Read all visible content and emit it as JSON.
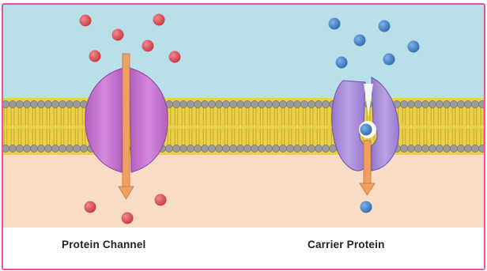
{
  "labels": {
    "channel": "Protein Channel",
    "carrier": "Carrier Protein"
  },
  "colors": {
    "frame_border": "#e84fa8",
    "extracellular": "#b9dfe9",
    "intracellular": "#f8dcc6",
    "phospholipid_head": "#9a9a9a",
    "phospholipid_tail": "#e8c93a",
    "channel_protein": "#c46ed0",
    "carrier_protein": "#a58ad6",
    "arrow": "#f0a060",
    "red_molecule": "#d9474f",
    "blue_molecule": "#3f7fc4"
  },
  "icons": [
    "red-molecule",
    "blue-molecule",
    "arrow-down",
    "phospholipid-bilayer"
  ]
}
